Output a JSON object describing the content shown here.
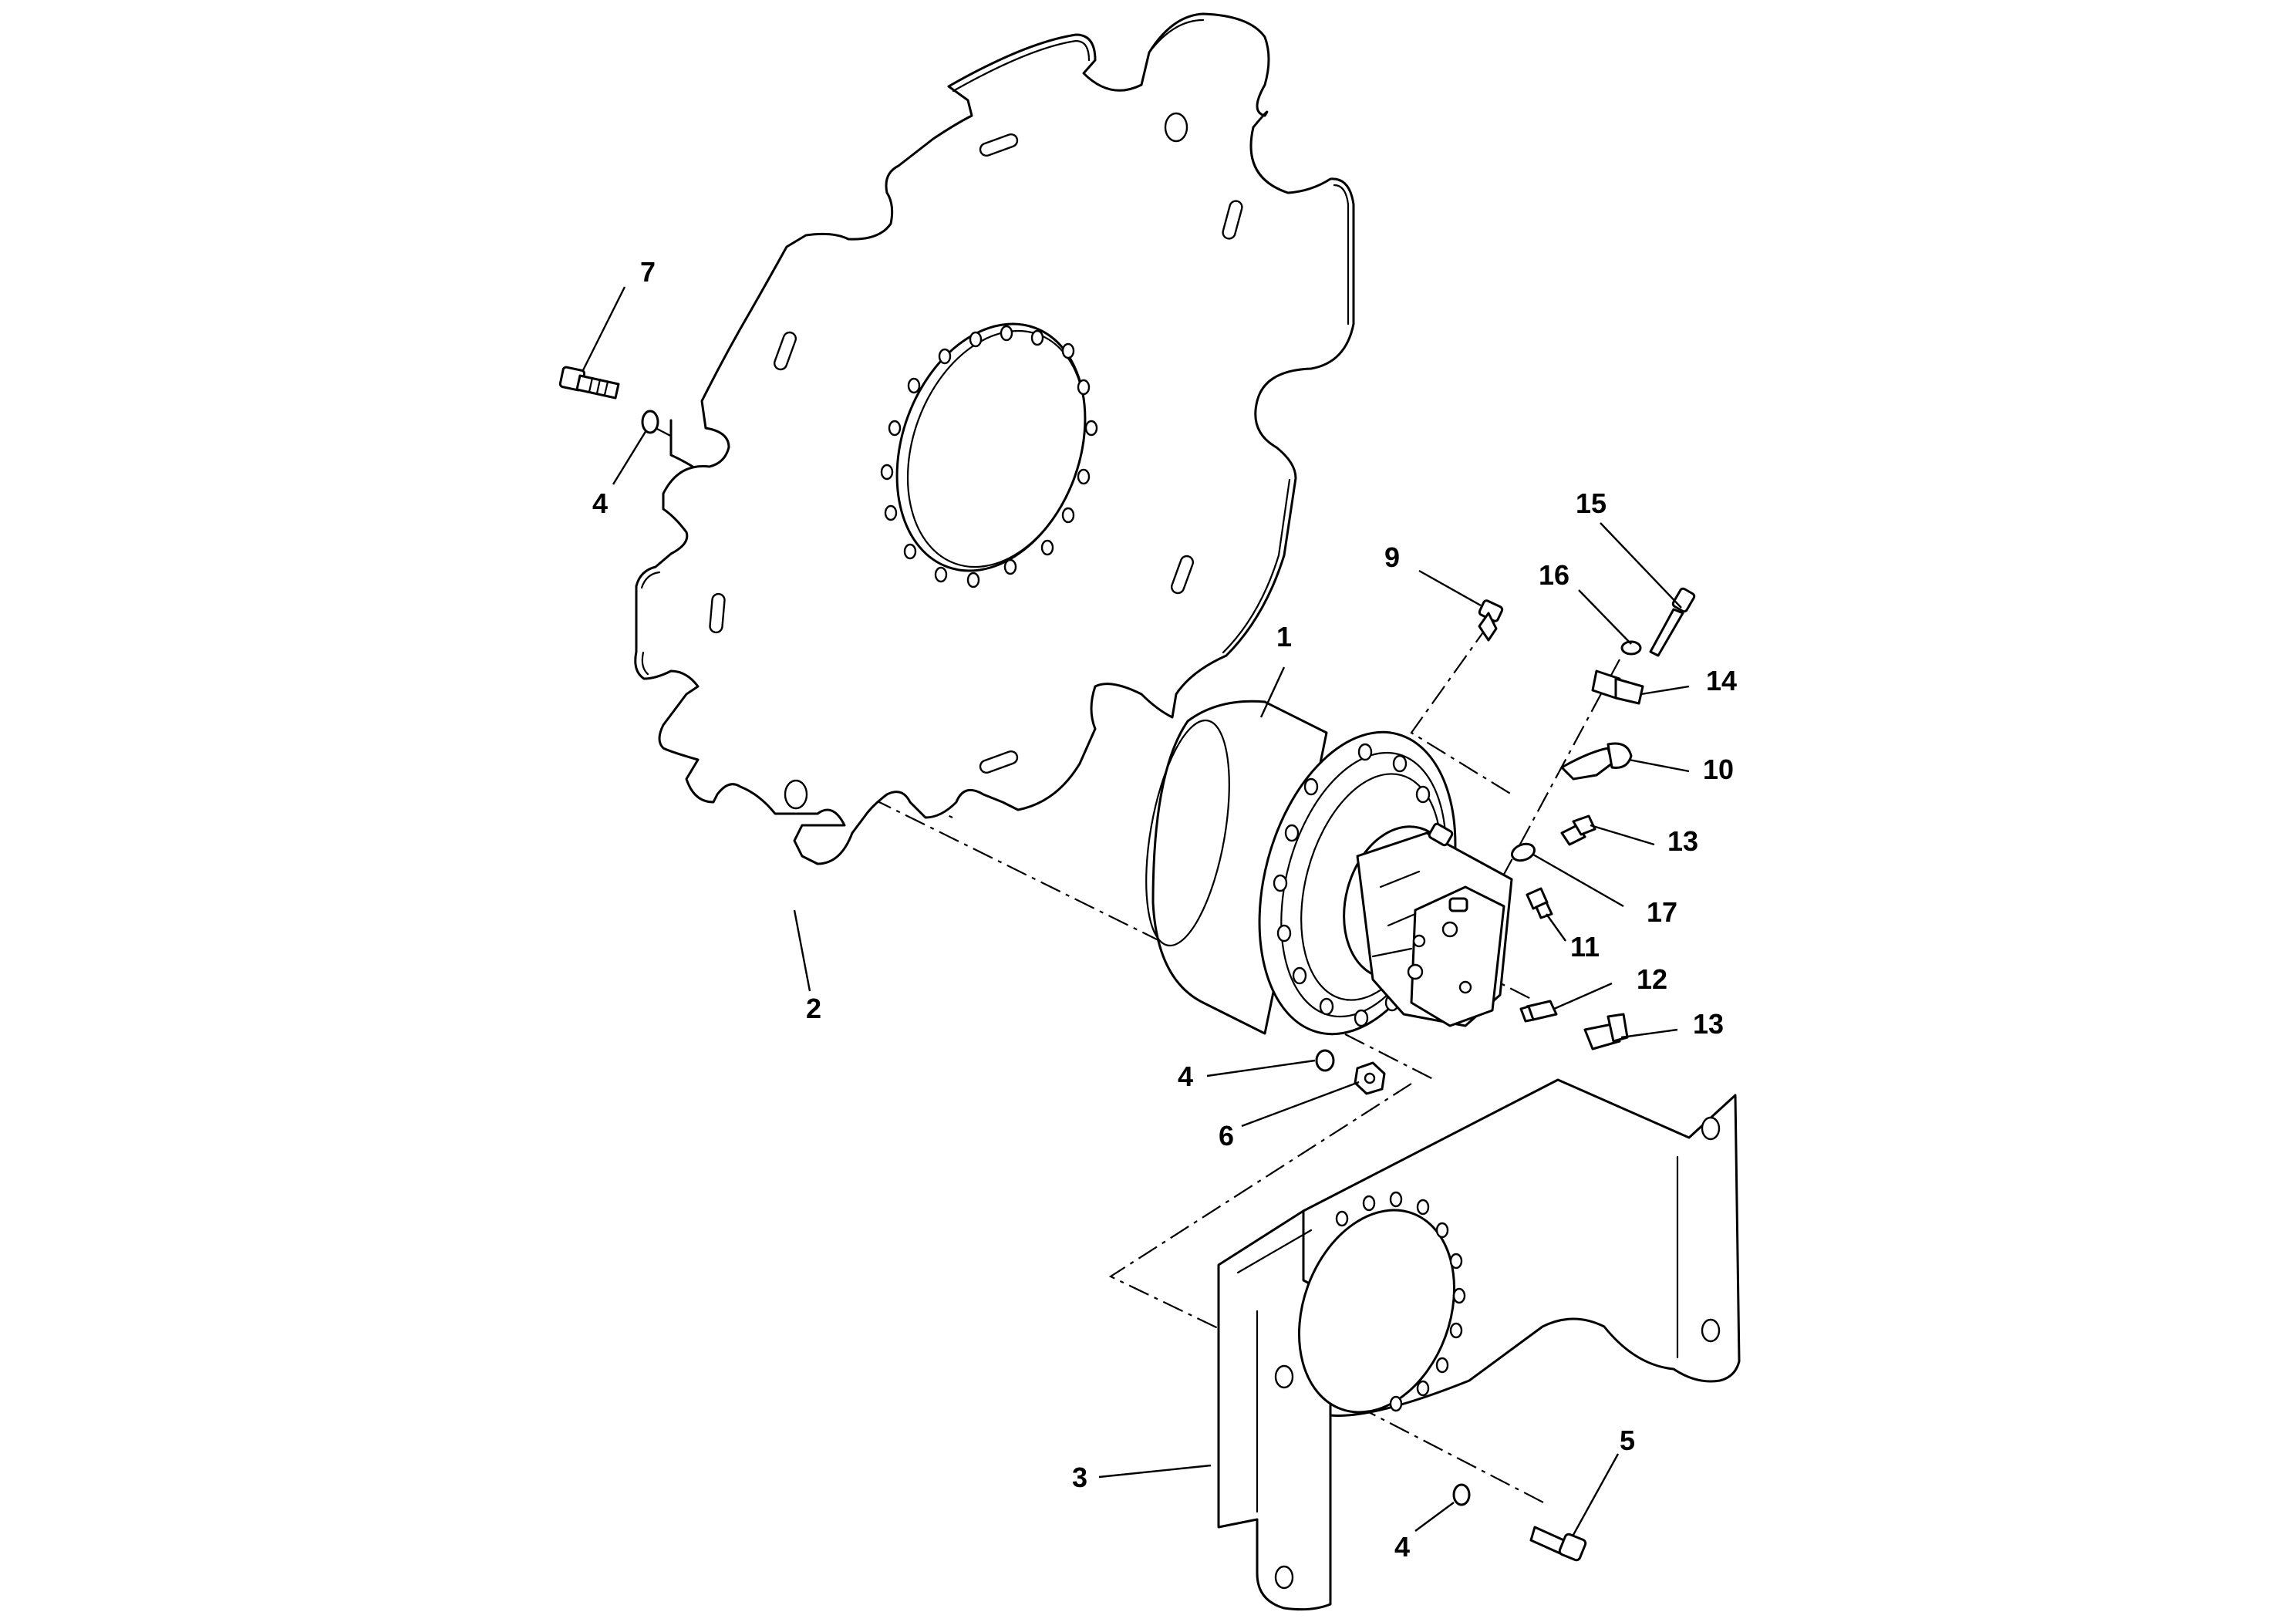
{
  "callouts": {
    "c1": "1",
    "c2": "2",
    "c3": "3",
    "c4a": "4",
    "c4b": "4",
    "c4c": "4",
    "c5": "5",
    "c6": "6",
    "c7": "7",
    "c9": "9",
    "c10": "10",
    "c11": "11",
    "c12": "12",
    "c13a": "13",
    "c13b": "13",
    "c14": "14",
    "c15": "15",
    "c16": "16",
    "c17": "17"
  },
  "colors": {
    "line": "#000000",
    "background": "#ffffff"
  }
}
